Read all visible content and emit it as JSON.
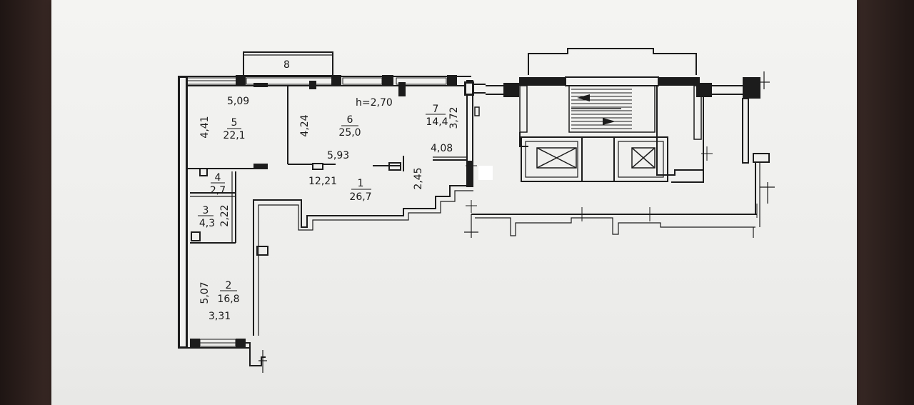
{
  "plan": {
    "ceiling_height": "h=2,70",
    "balcony_number": "8",
    "rooms": [
      {
        "number": "1",
        "area": "26,7"
      },
      {
        "number": "2",
        "area": "16,8"
      },
      {
        "number": "3",
        "area": "4,3"
      },
      {
        "number": "4",
        "area": "2,7"
      },
      {
        "number": "5",
        "area": "22,1"
      },
      {
        "number": "6",
        "area": "25,0"
      },
      {
        "number": "7",
        "area": "14,4"
      }
    ],
    "dimensions": [
      "5,09",
      "4,41",
      "4,24",
      "5,93",
      "12,21",
      "2,45",
      "4,08",
      "3,72",
      "2,22",
      "5,07",
      "3,31"
    ]
  }
}
